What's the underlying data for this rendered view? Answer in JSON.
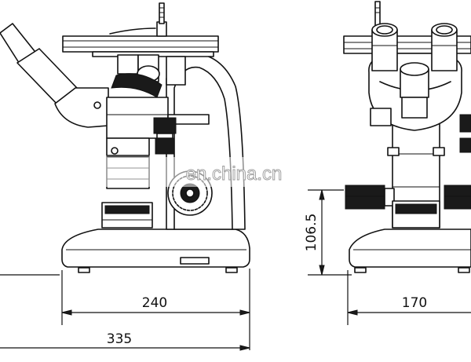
{
  "watermark": "en.china.cn",
  "dimensions": {
    "base_width": "240",
    "overall_length": "335",
    "side_width": "170",
    "stage_height": "106.5"
  },
  "colors": {
    "line": "#111111",
    "background": "#ffffff",
    "knob": "#1a1a1a",
    "watermark_outline": "#9a9a9a"
  }
}
